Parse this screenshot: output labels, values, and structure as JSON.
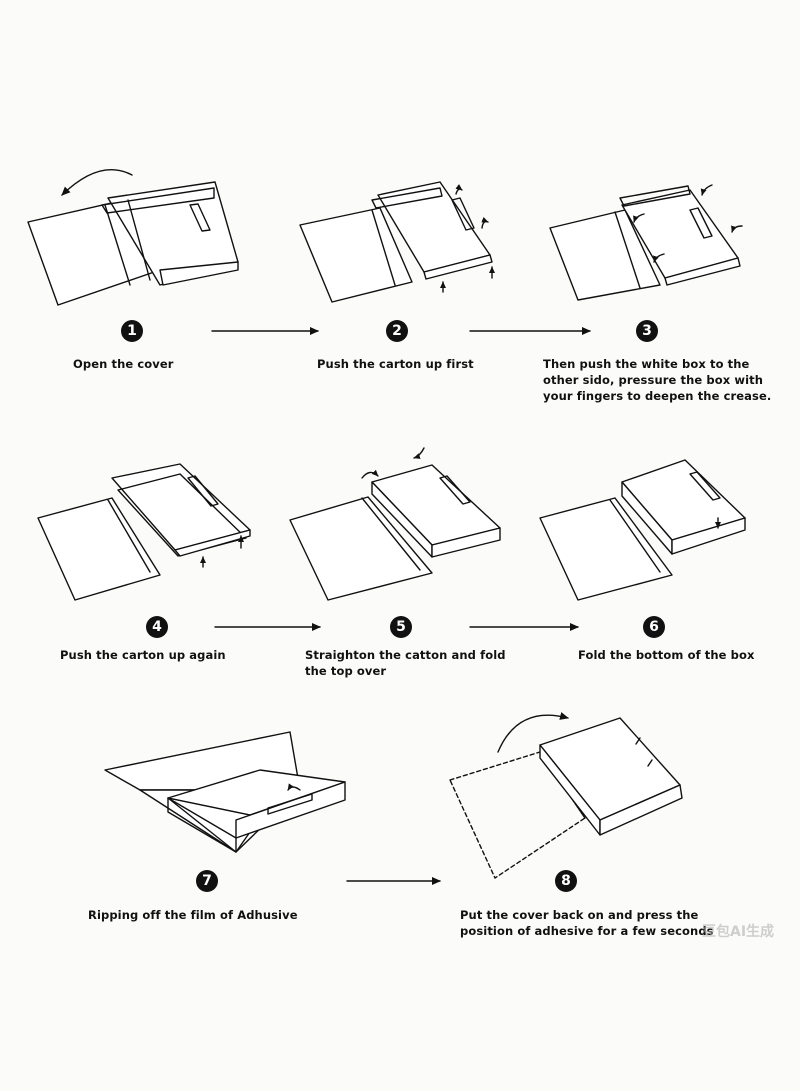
{
  "steps": [
    {
      "number": "1",
      "lines": [
        "Open the cover"
      ]
    },
    {
      "number": "2",
      "lines": [
        "Push the carton up first"
      ]
    },
    {
      "number": "3",
      "lines": [
        "Then push the white box to the",
        "other sido, pressure the box with",
        "your fingers to deepen the crease."
      ]
    },
    {
      "number": "4",
      "lines": [
        "Push the carton up again"
      ]
    },
    {
      "number": "5",
      "lines": [
        "Straighton the catton and fold",
        "the top over"
      ]
    },
    {
      "number": "6",
      "lines": [
        "Fold the bottom of the box"
      ]
    },
    {
      "number": "7",
      "lines": [
        "Ripping off the film of Adhusive"
      ]
    },
    {
      "number": "8",
      "lines": [
        "Put the cover back on and press the",
        "position of adhesive for a few seconds"
      ]
    }
  ],
  "watermark": "豆包AI生成",
  "colors": {
    "line": "#111111",
    "background": "#fbfbf9"
  }
}
